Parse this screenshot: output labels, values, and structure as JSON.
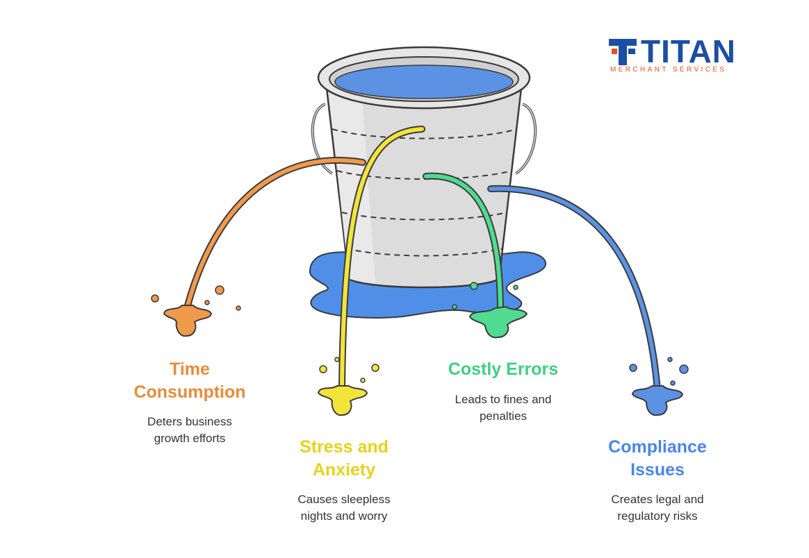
{
  "brand": {
    "name": "TITAN",
    "tagline": "MERCHANT SERVICES",
    "primary_color": "#1c4fa3",
    "accent_color": "#e2531b"
  },
  "leaks": [
    {
      "title": "Time\nConsumption",
      "description": "Deters business\ngrowth efforts",
      "color": "#e98b3a"
    },
    {
      "title": "Stress and\nAnxiety",
      "description": "Causes sleepless\nnights and worry",
      "color": "#e6d21b"
    },
    {
      "title": "Costly Errors",
      "description": "Leads to fines and\npenalties",
      "color": "#3ecf82"
    },
    {
      "title": "Compliance\nIssues",
      "description": "Creates legal and\nregulatory risks",
      "color": "#4a86e8"
    }
  ]
}
